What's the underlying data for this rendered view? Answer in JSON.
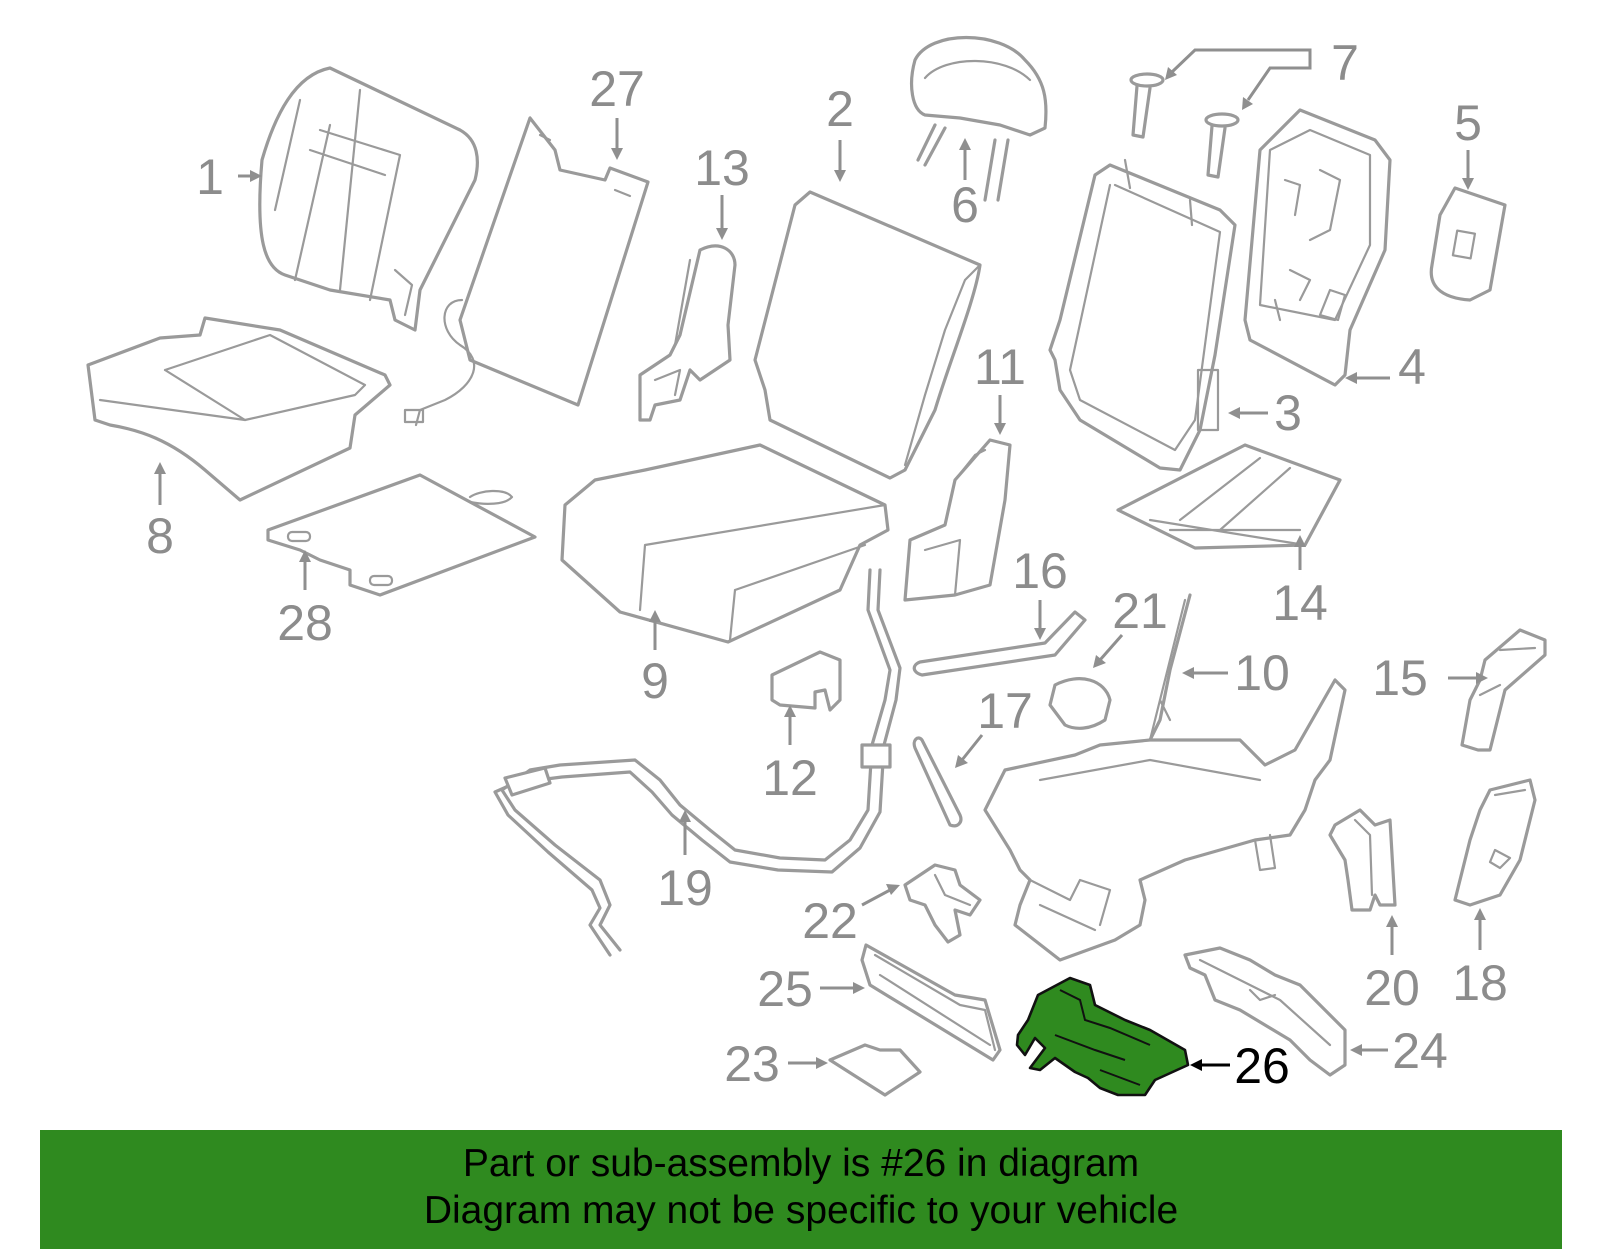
{
  "callouts": {
    "c1": "1",
    "c2": "2",
    "c3": "3",
    "c4": "4",
    "c5": "5",
    "c6": "6",
    "c7": "7",
    "c8": "8",
    "c9": "9",
    "c10": "10",
    "c11": "11",
    "c12": "12",
    "c13": "13",
    "c14": "14",
    "c15": "15",
    "c16": "16",
    "c17": "17",
    "c18": "18",
    "c19": "19",
    "c20": "20",
    "c21": "21",
    "c22": "22",
    "c23": "23",
    "c24": "24",
    "c25": "25",
    "c26": "26",
    "c27": "27",
    "c28": "28"
  },
  "highlight": {
    "part_number": "26",
    "color": "#2f8a1f"
  },
  "banner": {
    "line1": "Part or sub-assembly is #26 in diagram",
    "line2": "Diagram may not be specific to your vehicle",
    "background": "#2f8a1f"
  }
}
